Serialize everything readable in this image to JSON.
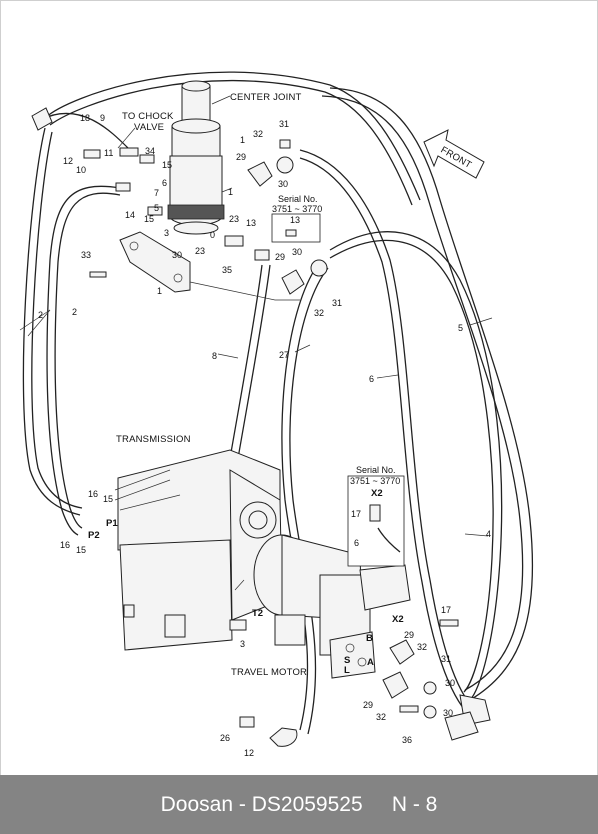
{
  "labels": {
    "center_joint": "CENTER JOINT",
    "to_chock_1": "TO CHOCK",
    "to_chock_2": "VALVE",
    "front": "FRONT",
    "transmission": "TRANSMISSION",
    "travel_motor": "TRAVEL MOTOR",
    "serial_1": "Serial No.",
    "serial_1_range": "3751 ~ 3770",
    "serial_2": "Serial No.",
    "serial_2_range": "3751 ~ 3770",
    "p1": "P1",
    "p2": "P2",
    "t2": "T2",
    "x2_top": "X2",
    "x2_mid": "X2",
    "port_b": "B",
    "port_a": "A",
    "port_s": "S",
    "port_l": "L"
  },
  "callouts": [
    "1",
    "1",
    "1",
    "2",
    "2",
    "3",
    "3",
    "4",
    "5",
    "6",
    "6",
    "7",
    "8",
    "9",
    "10",
    "11",
    "12",
    "12",
    "13",
    "13",
    "14",
    "15",
    "15",
    "15",
    "15",
    "16",
    "16",
    "17",
    "17",
    "18",
    "23",
    "23",
    "26",
    "27",
    "29",
    "29",
    "29",
    "29",
    "30",
    "30",
    "30",
    "30",
    "30",
    "31",
    "31",
    "31",
    "32",
    "32",
    "32",
    "32",
    "33",
    "34",
    "35",
    "36",
    "0",
    "5",
    "6"
  ],
  "footer": {
    "brand": "Doosan",
    "dash": "-",
    "code": "DS2059525",
    "page": "N - 8"
  }
}
